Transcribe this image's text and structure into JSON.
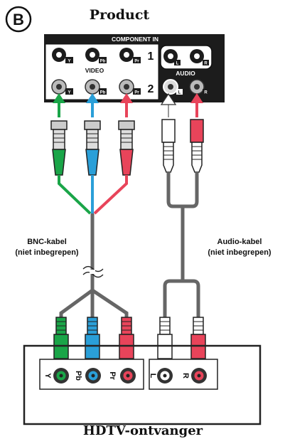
{
  "section_letter": "B",
  "top_device_label": "Product",
  "panel": {
    "header": "COMPONENT IN",
    "video_label": "VIDEO",
    "audio_label": "AUDIO",
    "row1_number": "1",
    "row2_number": "2",
    "port_codes": [
      "Y",
      "Pb",
      "Pr",
      "L",
      "R"
    ]
  },
  "cables": {
    "bnc_label_line1": "BNC-kabel",
    "bnc_label_line2": "(niet inbegrepen)",
    "audio_label_line1": "Audio-kabel",
    "audio_label_line2": "(niet inbegrepen)"
  },
  "receiver": {
    "name": "HDTV-ontvanger",
    "port_labels": [
      "Y",
      "Pb",
      "Pr",
      "L",
      "R"
    ]
  },
  "colors": {
    "green": "#1aa548",
    "blue": "#2a9fd8",
    "red": "#e8445a",
    "white": "#ffffff",
    "cable_gray": "#666666",
    "panel_black": "#1c1c1c"
  },
  "icons": [
    "arrow-up-icon",
    "bnc-connector-icon",
    "rca-plug-icon",
    "jack-port-icon",
    "cable-break-icon"
  ]
}
